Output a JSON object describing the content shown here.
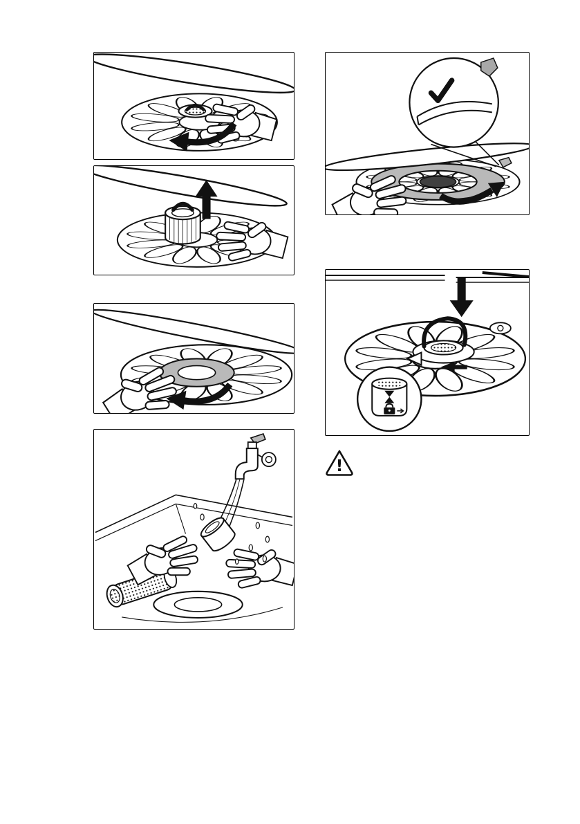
{
  "page": {
    "background": "#ffffff",
    "ink": "#111111",
    "shade_gray": "#b9b9b9",
    "kind": "appliance manual illustration page"
  },
  "figures": [
    {
      "name": "step-rotate-filter",
      "alt": "Hand turning the cylindrical filter in the sump; bold curved arrow shows anticlockwise rotation under the spray arm",
      "icons": [
        "spray-arm",
        "sump-plate",
        "filter-handle",
        "hand",
        "rotate-arrow-icon"
      ]
    },
    {
      "name": "step-lift-filter-out",
      "alt": "Filter assembly lifted out of the sump; bold arrow pointing straight up",
      "icons": [
        "spray-arm",
        "sump-plate",
        "filter-assembly",
        "hand",
        "up-arrow-icon"
      ]
    },
    {
      "name": "step-remove-flat-filter",
      "alt": "Hand rotating and lifting the flat filter out of the sump; bold curved arrow",
      "icons": [
        "spray-arm",
        "sump-plate",
        "flat-filter",
        "hand",
        "rotate-arrow-icon"
      ]
    },
    {
      "name": "step-rinse-filters",
      "alt": "Filters rinsed under a running tap over the sink; hands hold the filter parts in the water stream",
      "icons": [
        "tap-icon",
        "water-stream",
        "hand",
        "micro-filter",
        "coarse-filter",
        "flat-filter",
        "sink"
      ]
    },
    {
      "name": "step-refit-flat-filter",
      "alt": "Flat filter refitted in the sump; magnified circle with checkmark shows the correct edge position; bold curved arrow",
      "icons": [
        "magnifier-circle",
        "checkmark-icon",
        "locator-tab",
        "spray-arm",
        "sump-plate",
        "hand",
        "rotate-arrow-icon"
      ]
    },
    {
      "name": "step-lock-filter-assembly",
      "alt": "Filter assembly reinserted and turned until it locks; inset circle shows filter with padlock symbol",
      "icons": [
        "down-arrow-icon",
        "sump-plate",
        "filter-bail-handle",
        "rotate-arrow-icon",
        "detail-circle",
        "lock-icon"
      ]
    }
  ],
  "warning": {
    "icon": "warning-triangle-icon",
    "symbol": "!"
  }
}
